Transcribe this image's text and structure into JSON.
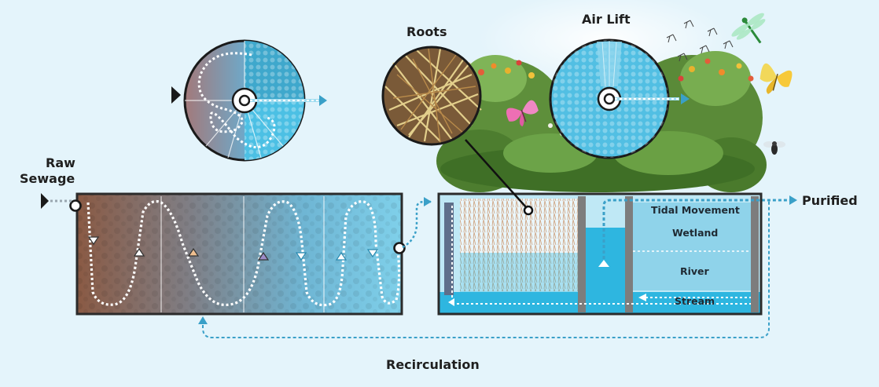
{
  "labels": {
    "raw_sewage_line1": "Raw",
    "raw_sewage_line2": "Sewage",
    "roots": "Roots",
    "air_lift": "Air Lift",
    "purified": "Purified",
    "tidal_movement": "Tidal Movement",
    "wetland": "Wetland",
    "river": "River",
    "stream": "Stream",
    "recirculation": "Recirculation"
  },
  "colors": {
    "background": "#e4f4fb",
    "water": "#4fc1e6",
    "tank_outline": "#2b2b2b",
    "sludge_brown": "#8b5a40",
    "flow_dots": "#ffffff",
    "recirculation_line": "#3aa0c8",
    "wetland_cell": "#8fd3ea",
    "wall_gray": "#7d7d7d"
  },
  "icons": [
    "butterfly-icon",
    "dragonfly-icon",
    "fly-icon",
    "mosquito-icon"
  ]
}
